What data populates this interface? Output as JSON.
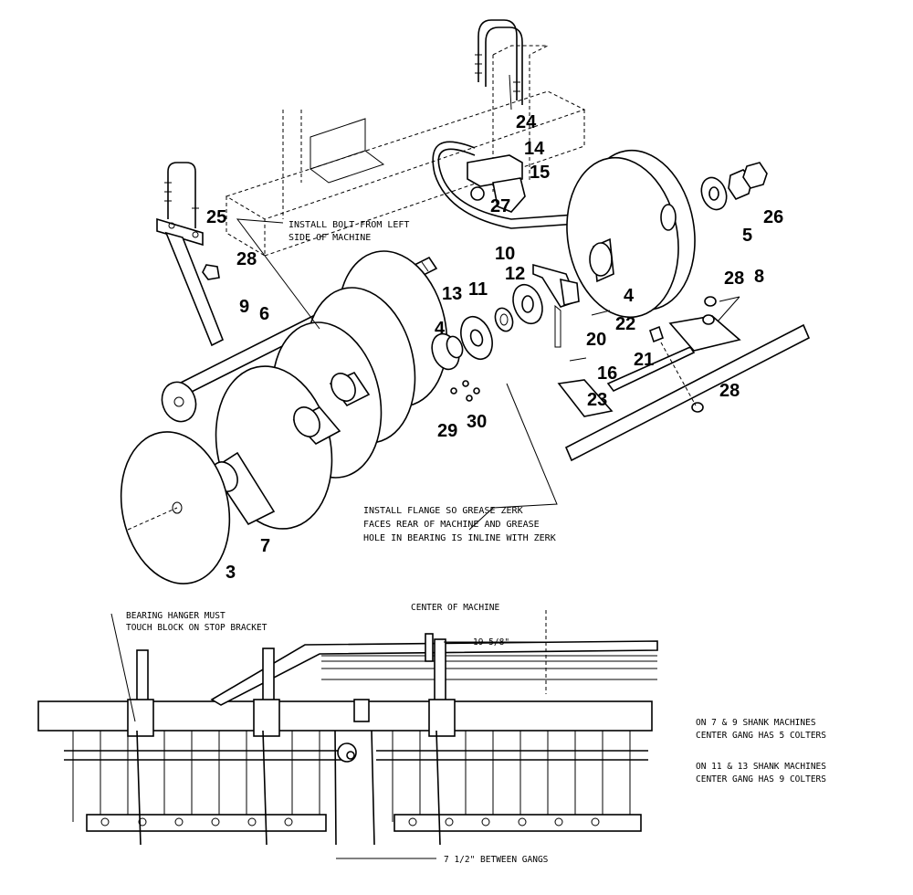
{
  "callouts": [
    "24",
    "14",
    "15",
    "27",
    "25",
    "28",
    "9",
    "6",
    "10",
    "12",
    "13",
    "11",
    "4",
    "22",
    "20",
    "21",
    "16",
    "23",
    "29",
    "30",
    "7",
    "3",
    "5",
    "26",
    "8"
  ],
  "notes": {
    "install_bolt_1": "INSTALL BOLT FROM LEFT",
    "install_bolt_2": "SIDE OF MACHINE",
    "flange_1": "INSTALL FLANGE SO GREASE ZERK",
    "flange_2": "FACES REAR OF MACHINE AND GREASE",
    "flange_3": "HOLE IN BEARING IS INLINE WITH ZERK",
    "hanger_1": "BEARING HANGER MUST",
    "hanger_2": "TOUCH BLOCK ON STOP BRACKET",
    "center": "CENTER OF MACHINE",
    "dimension": "19 5/8\"",
    "between_gangs": "7 1/2\" BETWEEN GANGS",
    "shank_7_9_1": "ON 7 & 9 SHANK MACHINES",
    "shank_7_9_2": "CENTER GANG HAS 5 COLTERS",
    "shank_11_13_1": "ON 11 & 13 SHANK MACHINES",
    "shank_11_13_2": "CENTER GANG HAS 9 COLTERS"
  }
}
